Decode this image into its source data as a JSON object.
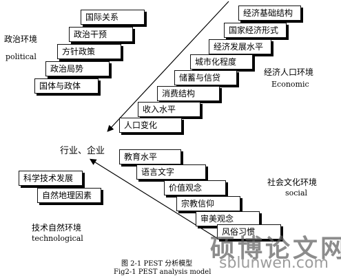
{
  "political": {
    "title_cn": "政治环境",
    "title_en": "political",
    "items": [
      "国际关系",
      "政治干预",
      "方针政策",
      "政治局势",
      "国体与政体"
    ]
  },
  "economic": {
    "title_cn": "经济人口环境",
    "title_en": "Economic",
    "items": [
      "经济基础结构",
      "国家经济形式",
      "经济发展水平",
      "城市化程度",
      "储蓄与信贷",
      "消费结构",
      "收入水平",
      "人口变化"
    ]
  },
  "center": {
    "label": "行业、企业"
  },
  "tech": {
    "title_cn": "技术自然环境",
    "title_en": "technological",
    "items": [
      "科学技术发展",
      "自然地理因素"
    ]
  },
  "social": {
    "title_cn": "社会文化环境",
    "title_en": "social",
    "items": [
      "教育水平",
      "语言文字",
      "价值观念",
      "宗教信仰",
      "审美观念",
      "风俗习惯"
    ]
  },
  "caption": {
    "cn": "图 2-1    PEST 分析模型",
    "en": "Fig2-1    PEST analysis model"
  },
  "watermark": {
    "cn": "硕博论文网",
    "en": "sblunwen.com"
  }
}
